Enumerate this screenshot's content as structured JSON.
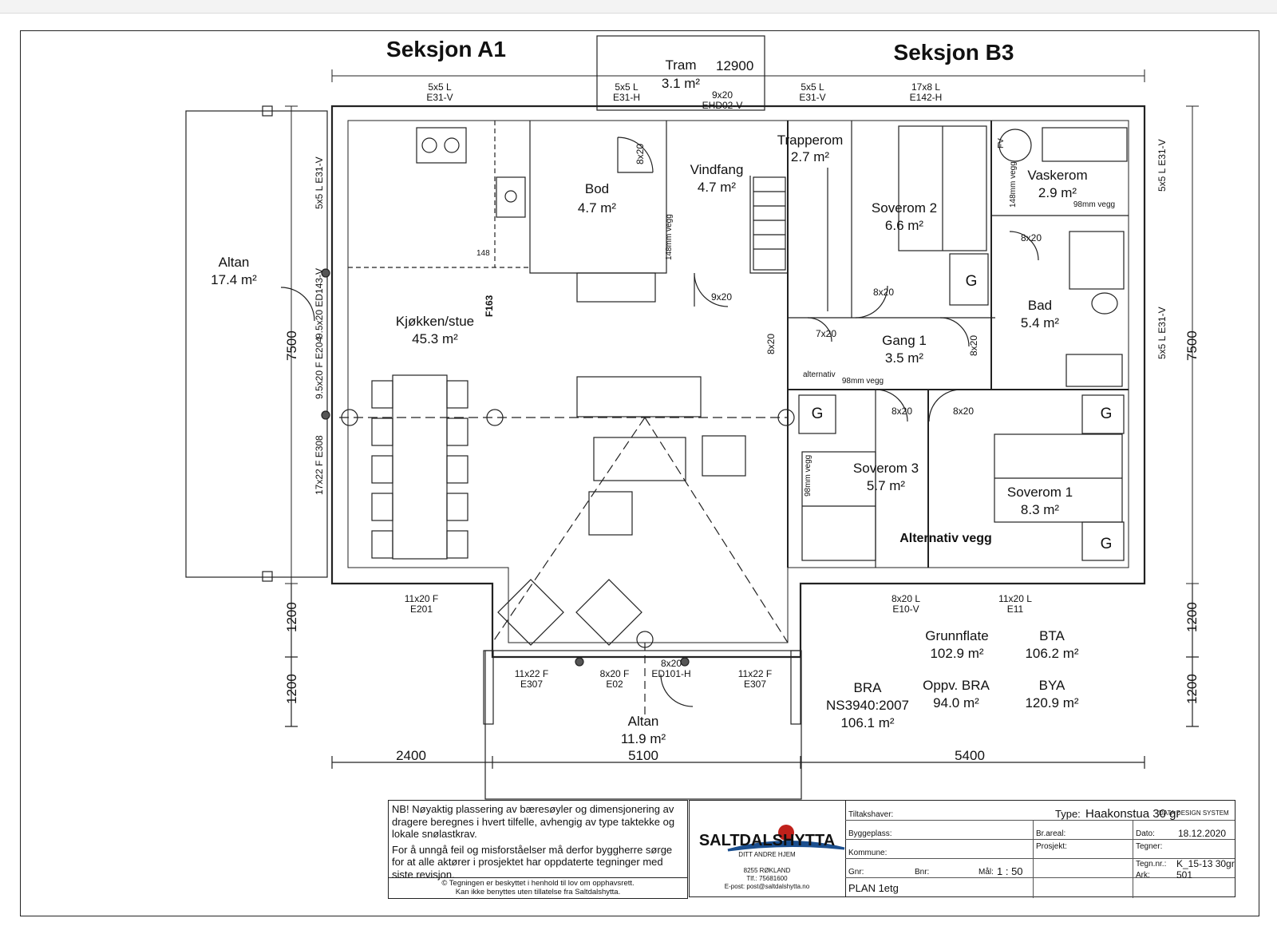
{
  "sections": {
    "a1": "Seksjon A1",
    "b3": "Seksjon B3"
  },
  "rooms": {
    "tram": {
      "name": "Tram",
      "area": "3.1 m²"
    },
    "bod": {
      "name": "Bod",
      "area": "4.7 m²"
    },
    "vindfang": {
      "name": "Vindfang",
      "area": "4.7 m²"
    },
    "trapperom": {
      "name": "Trapperom",
      "area": "2.7 m²"
    },
    "soverom2": {
      "name": "Soverom 2",
      "area": "6.6 m²"
    },
    "vaskerom": {
      "name": "Vaskerom",
      "area": "2.9 m²"
    },
    "altan_west": {
      "name": "Altan",
      "area": "17.4 m²"
    },
    "kjokken": {
      "name": "Kjøkken/stue",
      "area": "45.3 m²"
    },
    "gang1": {
      "name": "Gang 1",
      "area": "3.5 m²"
    },
    "bad": {
      "name": "Bad",
      "area": "5.4 m²"
    },
    "soverom3": {
      "name": "Soverom 3",
      "area": "5.7 m²"
    },
    "soverom1": {
      "name": "Soverom 1",
      "area": "8.3 m²"
    },
    "altan_south": {
      "name": "Altan",
      "area": "11.9 m²"
    }
  },
  "alternativ_vegg": "Alternativ vegg",
  "dimensions": {
    "top": "12900",
    "left": "7500",
    "right": "7500",
    "left_1200a": "1200",
    "left_1200b": "1200",
    "right_1200a": "1200",
    "right_1200b": "1200",
    "bottom_2400": "2400",
    "bottom_5100": "5100",
    "bottom_5400": "5400"
  },
  "window_labels": [
    {
      "a": "5x5 L",
      "b": "E31-V"
    },
    {
      "a": "5x5 L",
      "b": "E31-H"
    },
    {
      "a": "9x20",
      "b": "EHD02-V"
    },
    {
      "a": "5x5 L",
      "b": "E31-V"
    },
    {
      "a": "17x8 L",
      "b": "E142-H"
    },
    {
      "a": "11x20 F",
      "b": "E201"
    },
    {
      "a": "8x20 L",
      "b": "E10-V"
    },
    {
      "a": "11x20 L",
      "b": "E11"
    },
    {
      "a": "11x22 F",
      "b": "E307"
    },
    {
      "a": "8x20 F",
      "b": "E02"
    },
    {
      "a": "8x20",
      "b": "ED101-H"
    },
    {
      "a": "11x22 F",
      "b": "E307"
    }
  ],
  "vertical_labels": {
    "w1": "5x5 L E31-V",
    "w2": "9.5x20 ED143-V",
    "w3": "9.5x20 F E204",
    "w4": "17x22 F E308",
    "e1": "5x5 L E31-V",
    "e2": "5x5 L E31-V",
    "f163": "F163"
  },
  "door_labels": {
    "bod": "8x20",
    "vind_s": "9x20",
    "kjokken_e": "8x20",
    "sov2": "8x20",
    "gang_w": "7x20",
    "gang_e": "8x20",
    "bad": "8x20",
    "sov3": "8x20",
    "sov1": "8x20"
  },
  "wall_labels": {
    "bod_vegg": "148mm vegg",
    "vask_vegg1": "148mm vegg",
    "vask_vegg2": "98mm vegg",
    "gang_vegg": "98mm vegg",
    "alternativ": "alternativ",
    "sov3_vegg": "98mm vegg",
    "n148": "148",
    "fv": "FV"
  },
  "g_markers": [
    "G",
    "G",
    "G",
    "G"
  ],
  "areas": {
    "grunnflate_label": "Grunnflate",
    "grunnflate": "102.9 m²",
    "bta_label": "BTA",
    "bta": "106.2 m²",
    "bra_label": "BRA",
    "bra_std": "NS3940:2007",
    "bra": "106.1 m²",
    "oppv_label": "Oppv. BRA",
    "oppv": "94.0 m²",
    "bya_label": "BYA",
    "bya": "120.9 m²"
  },
  "note": {
    "p1": "NB! Nøyaktig plassering av bæresøyler og dimensjonering av dragere beregnes i hvert tilfelle, avhengig av type taktekke og lokale snølastkrav.",
    "p2": "For å unngå feil og misforståelser må derfor byggherre sørge for at alle aktører i prosjektet har oppdaterte tegninger med siste revisjon.",
    "copyright1": "© Tegningen er beskyttet i henhold til lov om opphavsrett.",
    "copyright2": "Kan ikke benyttes uten tillatelse fra Saltdalshytta."
  },
  "title_block": {
    "company": "SALTDALSHYTTA",
    "tagline": "DITT ANDRE HJEM",
    "address": "8255 RØKLAND",
    "phone": "Tlf.: 75681600",
    "email": "E-post: post@saltdalshytta.no",
    "data_design": "DATA DESIGN SYSTEM",
    "tiltakshaver": "Tiltakshaver:",
    "byggeplass": "Byggeplass:",
    "kommune": "Kommune:",
    "gnr": "Gnr:",
    "bnr": "Bnr:",
    "maal": "Mål:",
    "maal_val": "1 :  50",
    "plan": "PLAN 1etg",
    "type_label": "Type:",
    "type_val": "Haakonstua 30 gr",
    "br_areal": "Br.areal:",
    "prosjekt": "Prosjekt:",
    "dato_label": "Dato:",
    "dato": "18.12.2020",
    "tegner": "Tegner:",
    "tegn_nr_label": "Tegn.nr.:",
    "tegn_nr": "K_15-13 30gr",
    "ark_label": "Ark:",
    "ark": "501"
  },
  "colors": {
    "line": "#222222",
    "logo_red": "#c0211b",
    "logo_blue": "#1b4f8f"
  }
}
